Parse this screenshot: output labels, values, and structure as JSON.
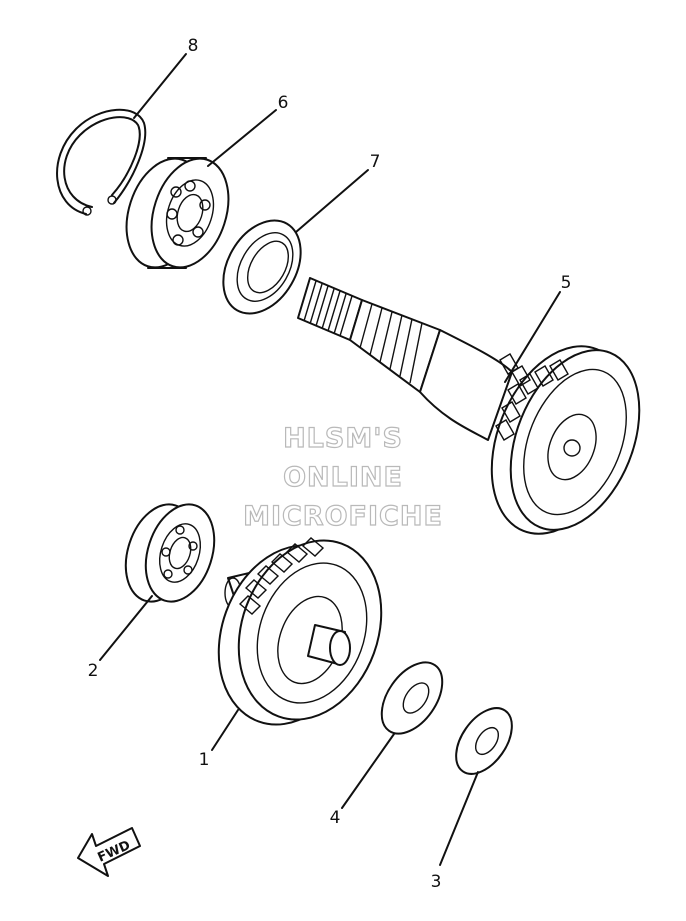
{
  "callouts": [
    "8",
    "6",
    "7",
    "5",
    "2",
    "1",
    "4",
    "3"
  ],
  "watermark": {
    "line1": "HLSM'S",
    "line2": "ONLINE",
    "line3": "MICROFICHE"
  },
  "direction_label": "FWD"
}
